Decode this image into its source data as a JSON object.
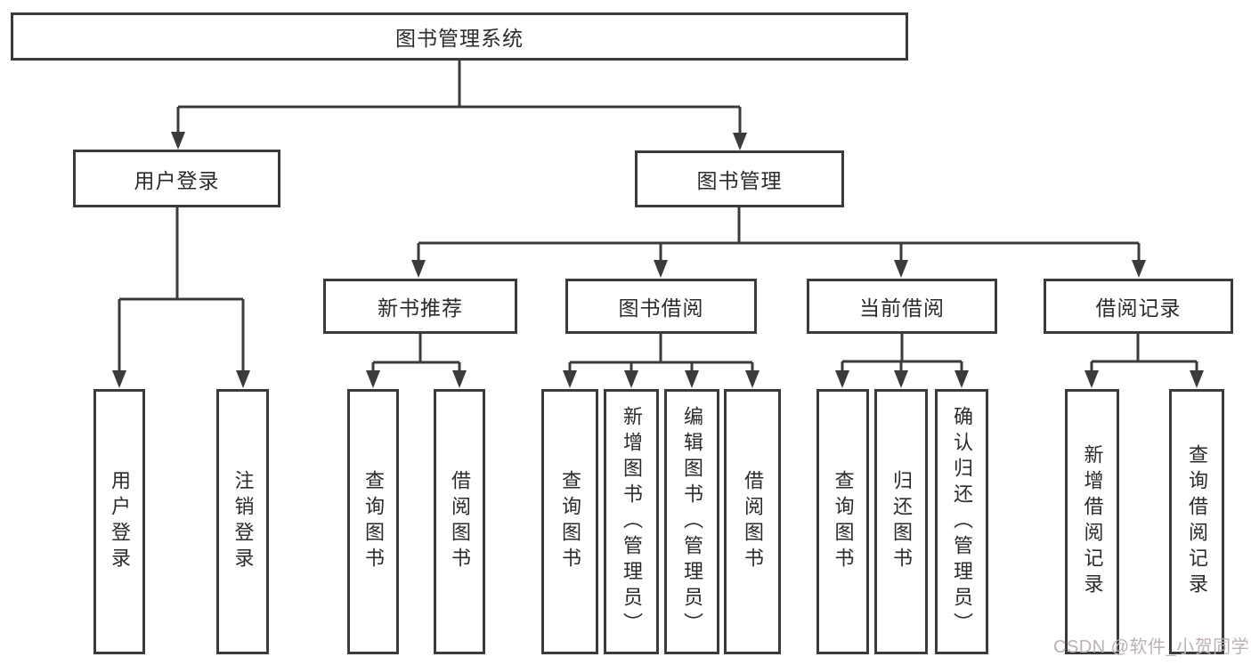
{
  "colors": {
    "line": "#3b3b3b",
    "border": "#3b3b3b",
    "text": "#2b2b2b",
    "watermark": "#bdb1b1",
    "background": "#ffffff"
  },
  "watermark": {
    "text": "CSDN @软件_小贺同学"
  },
  "tree": {
    "root": {
      "label": "图书管理系统"
    },
    "branches": [
      {
        "label": "用户登录",
        "children": [
          {
            "label": "用户登录"
          },
          {
            "label": "注销登录"
          }
        ]
      },
      {
        "label": "图书管理",
        "groups": [
          {
            "label": "新书推荐",
            "children": [
              {
                "label": "查询图书"
              },
              {
                "label": "借阅图书"
              }
            ]
          },
          {
            "label": "图书借阅",
            "children": [
              {
                "label": "查询图书"
              },
              {
                "label": "新增图书（管理员）"
              },
              {
                "label": "编辑图书（管理员）"
              },
              {
                "label": "借阅图书"
              }
            ]
          },
          {
            "label": "当前借阅",
            "children": [
              {
                "label": "查询图书"
              },
              {
                "label": "归还图书"
              },
              {
                "label": "确认归还（管理员）"
              }
            ]
          },
          {
            "label": "借阅记录",
            "children": [
              {
                "label": "新增借阅记录"
              },
              {
                "label": "查询借阅记录"
              }
            ]
          }
        ]
      }
    ]
  }
}
